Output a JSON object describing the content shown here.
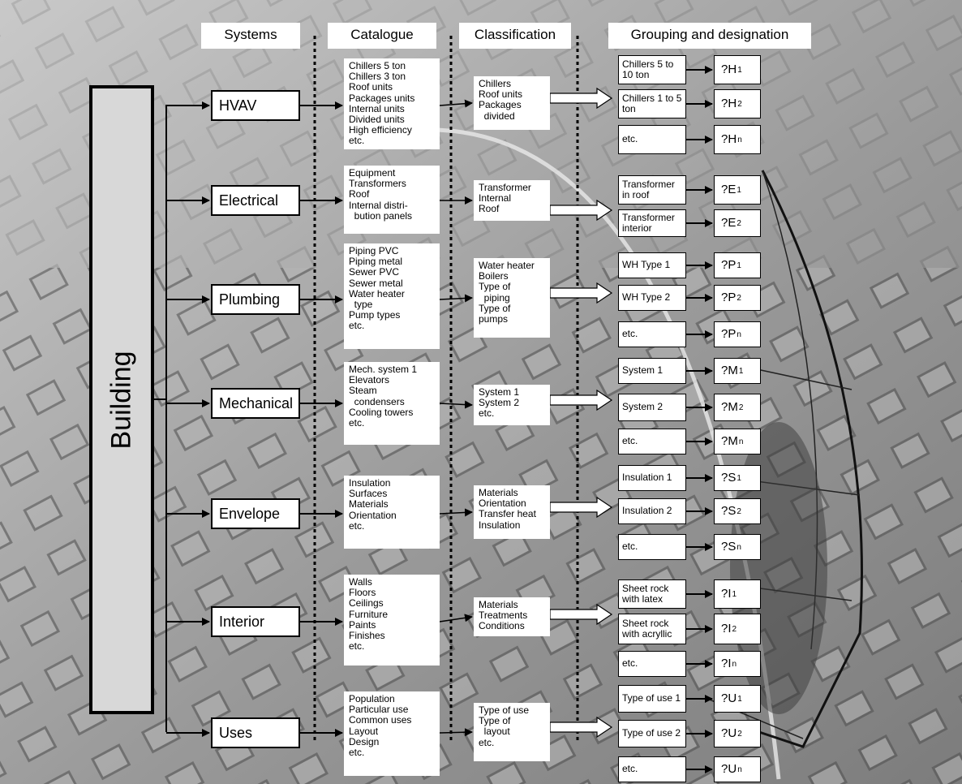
{
  "building_label": "Building",
  "headers": [
    "Systems",
    "Catalogue",
    "Classification",
    "Grouping and designation"
  ],
  "systems": [
    {
      "name": "HVAV",
      "catalogue": [
        "Chillers 5 ton",
        "Chillers 3 ton",
        "Roof units",
        "Packages units",
        "Internal units",
        "Divided units",
        "High efficiency",
        "etc."
      ],
      "classification": [
        "Chillers",
        "Roof units",
        "Packages",
        "  divided"
      ],
      "groups": [
        {
          "label": "Chillers 5 to 10 ton",
          "letter": "H",
          "sub": "1"
        },
        {
          "label": "Chillers 1 to 5 ton",
          "letter": "H",
          "sub": "2"
        },
        {
          "label": "etc.",
          "letter": "H",
          "sub": "n"
        }
      ]
    },
    {
      "name": "Electrical",
      "catalogue": [
        "Equipment",
        "Transformers",
        "Roof",
        "Internal distri-",
        "  bution panels"
      ],
      "classification": [
        "Transformer",
        "Internal",
        "Roof"
      ],
      "groups": [
        {
          "label": "Transformer in roof",
          "letter": "E",
          "sub": "1"
        },
        {
          "label": "Transformer interior",
          "letter": "E",
          "sub": "2"
        }
      ]
    },
    {
      "name": "Plumbing",
      "catalogue": [
        "Piping PVC",
        "Piping metal",
        "Sewer PVC",
        "Sewer metal",
        "Water heater",
        "  type",
        "Pump types",
        "etc."
      ],
      "classification": [
        "Water heater",
        "Boilers",
        "Type of",
        "  piping",
        "Type of",
        "pumps"
      ],
      "groups": [
        {
          "label": "WH Type 1",
          "letter": "P",
          "sub": "1"
        },
        {
          "label": "WH Type 2",
          "letter": "P",
          "sub": "2"
        },
        {
          "label": "etc.",
          "letter": "P",
          "sub": "n"
        }
      ]
    },
    {
      "name": "Mechanical",
      "catalogue": [
        "Mech. system 1",
        "Elevators",
        "Steam",
        "  condensers",
        "Cooling towers",
        "etc."
      ],
      "classification": [
        "System 1",
        "System 2",
        "etc."
      ],
      "groups": [
        {
          "label": "System 1",
          "letter": "M",
          "sub": "1"
        },
        {
          "label": "System 2",
          "letter": "M",
          "sub": "2"
        },
        {
          "label": "etc.",
          "letter": "M",
          "sub": "n"
        }
      ]
    },
    {
      "name": "Envelope",
      "catalogue": [
        "Insulation",
        "Surfaces",
        "Materials",
        "Orientation",
        "etc."
      ],
      "classification": [
        "Materials",
        "Orientation",
        "Transfer heat",
        "Insulation"
      ],
      "groups": [
        {
          "label": "Insulation 1",
          "letter": "S",
          "sub": "1"
        },
        {
          "label": "Insulation 2",
          "letter": "S",
          "sub": "2"
        },
        {
          "label": "etc.",
          "letter": "S",
          "sub": "n"
        }
      ]
    },
    {
      "name": "Interior",
      "catalogue": [
        "Walls",
        "Floors",
        "Ceilings",
        "Furniture",
        "Paints",
        "Finishes",
        "etc."
      ],
      "classification": [
        "Materials",
        "Treatments",
        "Conditions"
      ],
      "groups": [
        {
          "label": "Sheet rock with latex",
          "letter": "I",
          "sub": "1"
        },
        {
          "label": "Sheet rock with acryllic",
          "letter": "I",
          "sub": "2"
        },
        {
          "label": "etc.",
          "letter": "I",
          "sub": "n"
        }
      ]
    },
    {
      "name": "Uses",
      "catalogue": [
        "Population",
        "Particular use",
        "Common uses",
        "Layout",
        "Design",
        "etc."
      ],
      "classification": [
        "Type of use",
        "Type of",
        "  layout",
        "etc."
      ],
      "groups": [
        {
          "label": "Type of use 1",
          "letter": "U",
          "sub": "1"
        },
        {
          "label": "Type of use 2",
          "letter": "U",
          "sub": "2"
        },
        {
          "label": "etc.",
          "letter": "U",
          "sub": "n"
        }
      ]
    }
  ]
}
